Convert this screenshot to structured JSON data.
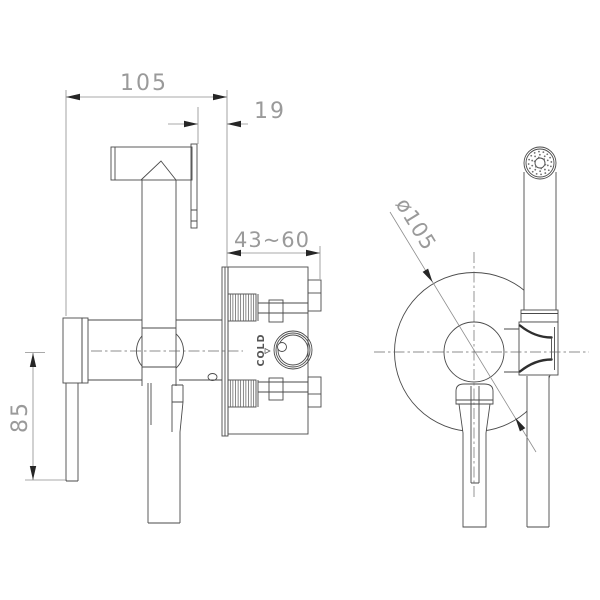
{
  "drawing": {
    "type": "technical-drawing",
    "subject": "wall-mounted bidet shattaf mixer, side view and front view",
    "background": "#ffffff",
    "colors": {
      "line": "#4a4a4a",
      "dimension_line": "#8d8d8d",
      "dimension_text": "#9a9a9a",
      "arrow": "#262626",
      "label_text": "#555555"
    },
    "dims": {
      "body_width": "105",
      "holder_offset": "19",
      "embed_depth_range": "43~60",
      "handle_drop": "85",
      "plate_diameter": "ø105"
    },
    "labels": {
      "cold": "COLD"
    }
  }
}
